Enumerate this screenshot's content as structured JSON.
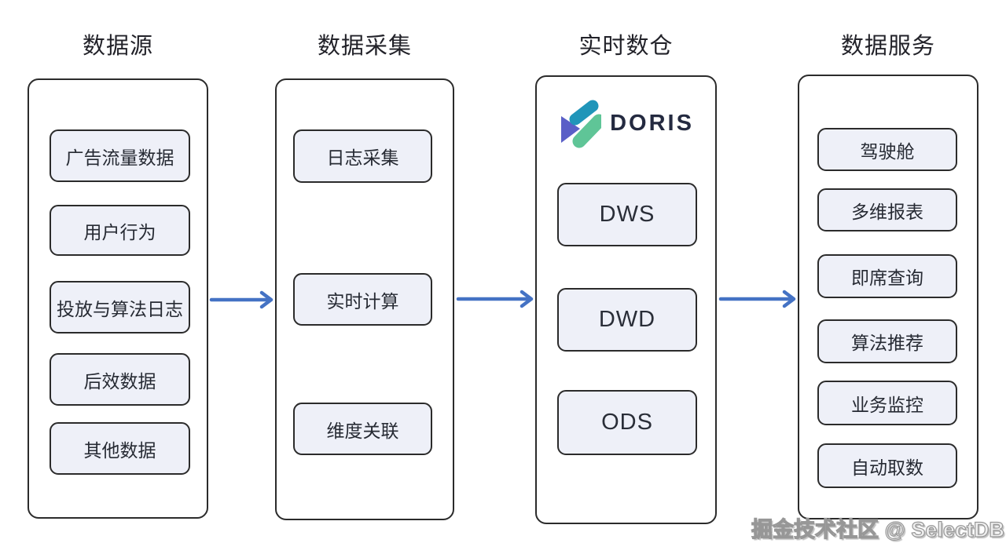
{
  "colors": {
    "arrow": "#4472c4",
    "node_fill": "#eef0f8",
    "node_border": "#2b2b2b",
    "title_text": "#222229",
    "doris_blue": "#2095b9",
    "doris_green": "#5fc597",
    "doris_purple": "#5a5fc7",
    "doris_word": "#242a40"
  },
  "watermark": "掘金技术社区 @ SelectDB",
  "columns": [
    {
      "title": "数据源",
      "items": [
        "广告流量数据",
        "用户行为",
        "投放与算法日志",
        "后效数据",
        "其他数据"
      ]
    },
    {
      "title": "数据采集",
      "items": [
        "日志采集",
        "实时计算",
        "维度关联"
      ]
    },
    {
      "title": "实时数仓",
      "logo_text": "DORIS",
      "items": [
        "DWS",
        "DWD",
        "ODS"
      ]
    },
    {
      "title": "数据服务",
      "items": [
        "驾驶舱",
        "多维报表",
        "即席查询",
        "算法推荐",
        "业务监控",
        "自动取数"
      ]
    }
  ]
}
